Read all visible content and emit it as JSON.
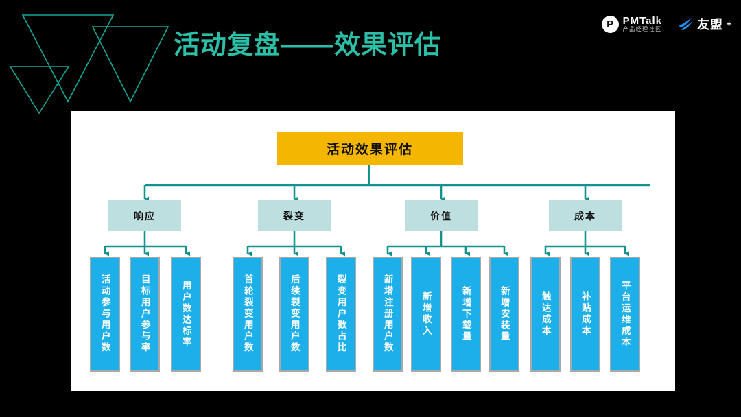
{
  "header": {
    "title": "活动复盘——效果评估",
    "title_color": "#2CBFA8",
    "logos": [
      {
        "name": "pmtalk",
        "mark": "P",
        "main": "PMTalk",
        "sub": "产品经理社区"
      },
      {
        "name": "umeng",
        "main": "友盟",
        "plus": "+"
      }
    ]
  },
  "diagram": {
    "type": "tree",
    "root": {
      "label": "活动效果评估",
      "color": "#F5B600",
      "text_color": "#111111"
    },
    "category_color": "#BEDFE0",
    "leaf_color": "#1CAFEA",
    "connector_color": "#12938F",
    "branches": [
      {
        "label": "响应",
        "leaves": [
          "活动参与用户数",
          "目标用户参与率",
          "用户数达标率"
        ]
      },
      {
        "label": "裂变",
        "leaves": [
          "首轮裂变用户数",
          "后续裂变用户数",
          "裂变用户数占比"
        ]
      },
      {
        "label": "价值",
        "leaves": [
          "新增注册用户数",
          "新增收入",
          "新增下载量",
          "新增安装量"
        ]
      },
      {
        "label": "成本",
        "leaves": [
          "触达成本",
          "补贴成本",
          "平台运维成本"
        ]
      }
    ]
  }
}
